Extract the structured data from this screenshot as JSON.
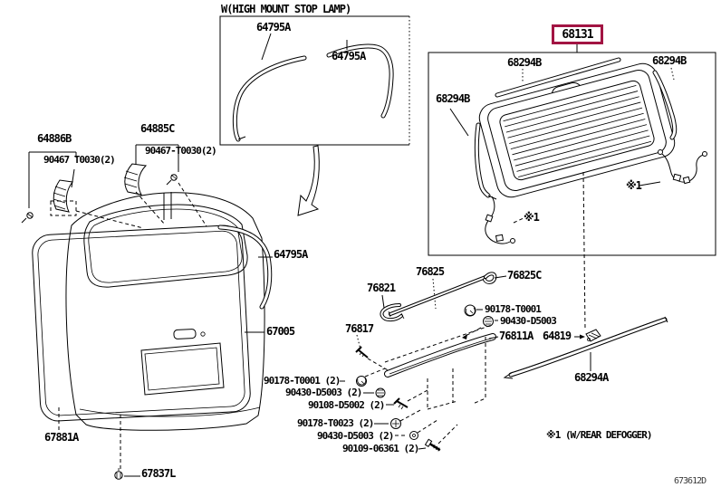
{
  "colors": {
    "highlight_box": "#a21443",
    "line": "#000000",
    "background": "#ffffff"
  },
  "labels": {
    "inset_title": "W(HIGH MOUNT STOP LAMP)",
    "inset_64795a_1": "64795A",
    "inset_64795a_2": "64795A",
    "highlight_68131": "68131",
    "molding_top": "68294B",
    "molding_right": "68294B",
    "molding_left": "68294B",
    "ref1_left": "※1",
    "ref1_right": "※1",
    "hinge_left": "64886B",
    "hinge_left_screw": "90467 T0030(2)",
    "hinge_right": "64885C",
    "hinge_right_screw": "90467-T0030(2)",
    "door_weatherstrip": "64795A",
    "door_panel": "67005",
    "door_seal": "67881A",
    "door_clip": "67837L",
    "hook_76821": "76821",
    "rod_76825": "76825",
    "rod_end_76825c": "76825C",
    "nut_90178": "90178-T0001",
    "pad_90430": "90430-D5003",
    "garnish_76811a": "76811A",
    "bracket_64819": "64819",
    "screw_76817": "76817",
    "molding_lower": "68294A",
    "footnote": "※1 (W/REAR DEFOGGER)",
    "figure_code": "673612D"
  },
  "fastener_list": [
    "90178-T0001 (2)",
    "90430-D5003 (2)",
    "90108-D5002 (2)",
    "90178-T0023 (2)",
    "90430-D5003 (2)",
    "90109-06361 (2)"
  ]
}
